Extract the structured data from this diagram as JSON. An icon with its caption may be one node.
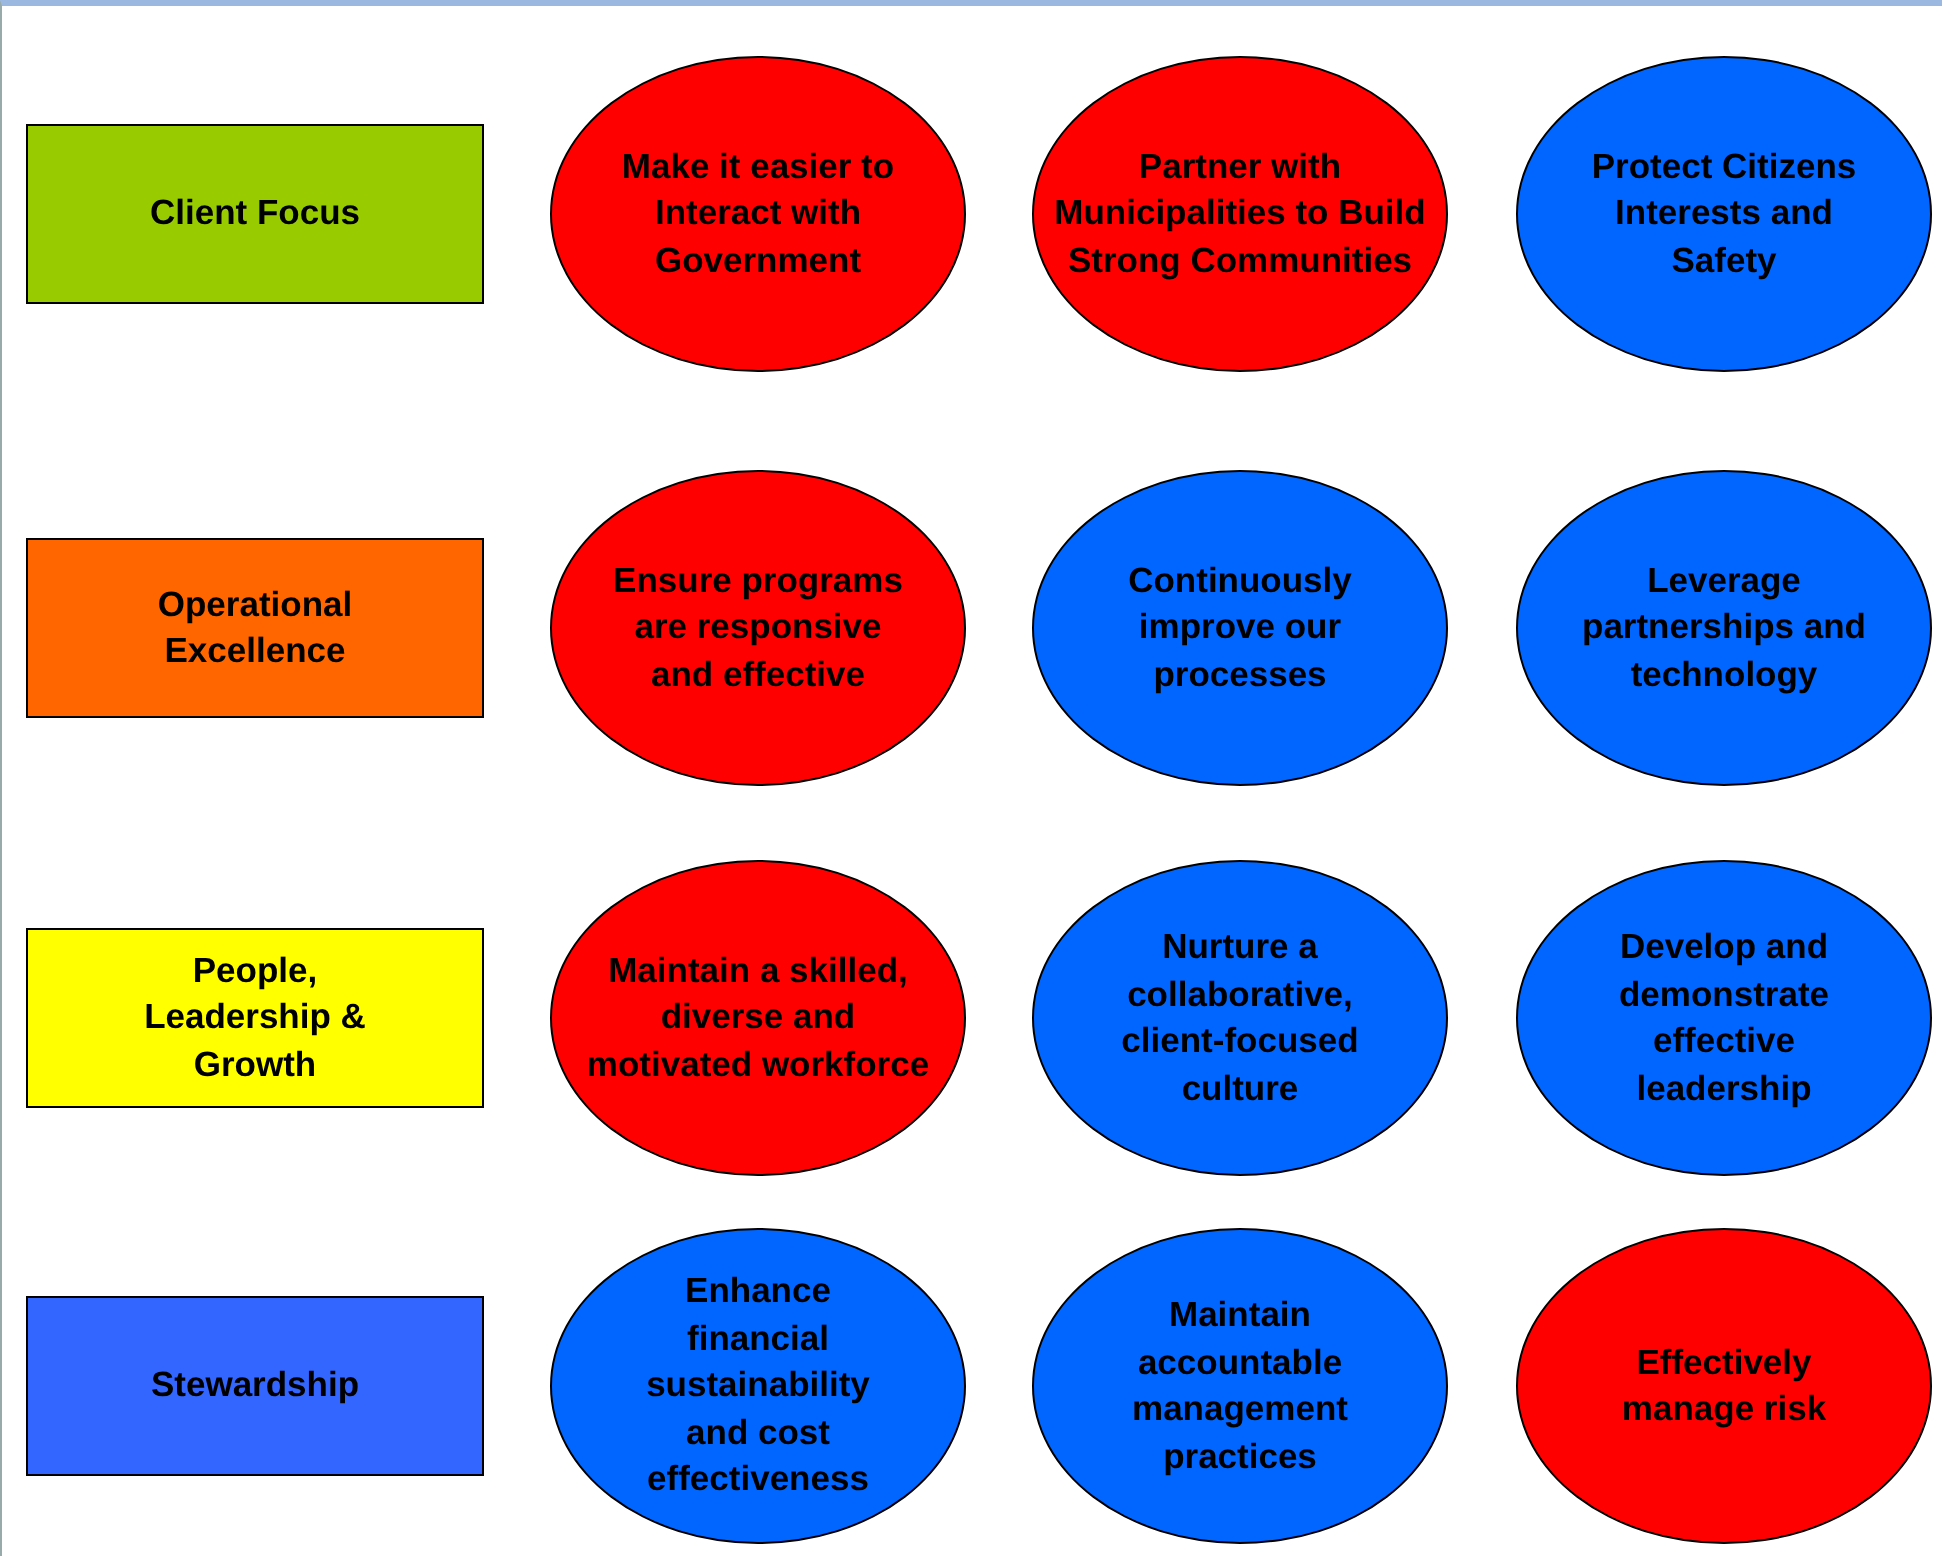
{
  "diagram": {
    "nodes": [
      {
        "text": [
          "Client Focus"
        ]
      },
      {
        "text": [
          "Make it easier to Interact with Government"
        ]
      },
      {
        "text": [
          "Partner with Municipalities to Build Strong Communities"
        ]
      },
      {
        "text": [
          "Protect Citizens Interests and Safety"
        ]
      },
      {
        "text": [
          "Operational Excellence"
        ]
      },
      {
        "text": [
          "Ensure programs are responsive and effective"
        ]
      },
      {
        "text": [
          "Continuously improve our processes"
        ]
      },
      {
        "text": [
          "Leverage partnerships and technology"
        ]
      },
      {
        "text": [
          "People, Leadership & Growth"
        ]
      },
      {
        "text": [
          "Maintain a skilled, diverse and motivated workforce"
        ]
      },
      {
        "text": [
          "Nurture a collaborative, client-focused culture"
        ]
      },
      {
        "text": [
          "Develop and demonstrate effective leadership"
        ]
      },
      {
        "text": [
          "Stewardship"
        ]
      },
      {
        "text": [
          "Enhance financial sustainability and cost effectiveness"
        ]
      },
      {
        "text": [
          "Maintain accountable management practices"
        ]
      },
      {
        "text": [
          "Effectively manage risk"
        ]
      }
    ],
    "edges": []
  }
}
